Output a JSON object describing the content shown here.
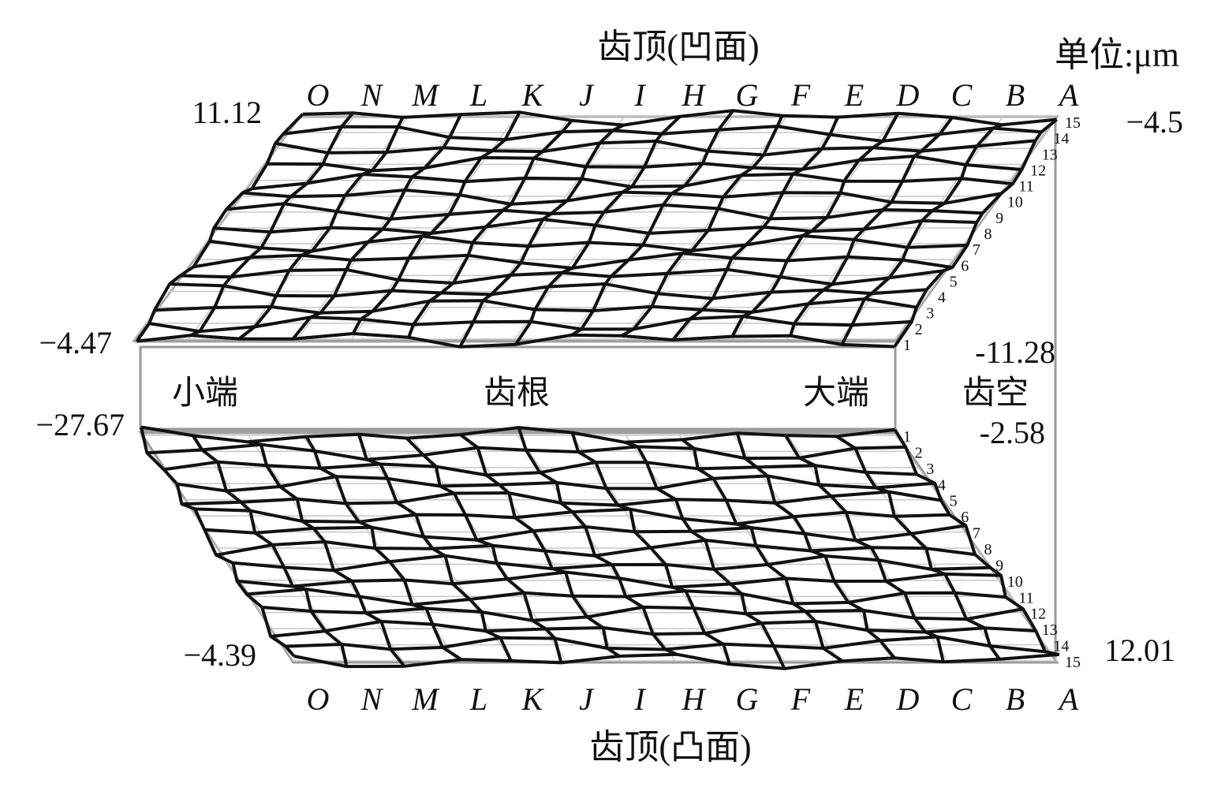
{
  "titles": {
    "top": "齿顶(凹面)",
    "bottom": "齿顶(凸面)",
    "unit": "单位:μm"
  },
  "column_labels": [
    "O",
    "N",
    "M",
    "L",
    "K",
    "J",
    "I",
    "H",
    "G",
    "F",
    "E",
    "D",
    "C",
    "B",
    "A"
  ],
  "row_labels": [
    "1",
    "2",
    "3",
    "4",
    "5",
    "6",
    "7",
    "8",
    "9",
    "10",
    "11",
    "12",
    "13",
    "14",
    "15"
  ],
  "band_labels": {
    "small_end": "小端",
    "root": "齿根",
    "large_end": "大端",
    "space": "齿空"
  },
  "values": {
    "concave_top_left": "11.12",
    "concave_bottom_left": "−4.47",
    "concave_top_right": "−4.5",
    "concave_bottom_right": "-11.28",
    "convex_top_left": "−27.67",
    "convex_top_right": "-2.58",
    "convex_bottom_left": "−4.39",
    "convex_bottom_right": "12.01"
  }
}
